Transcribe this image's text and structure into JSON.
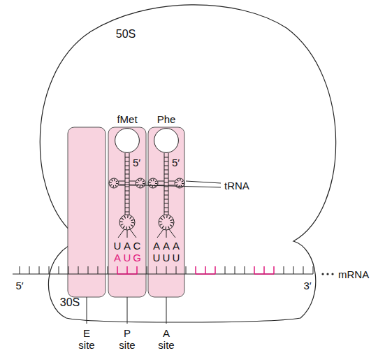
{
  "diagram": {
    "nodes": [
      {
        "text": [
          "50S"
        ]
      },
      {
        "text": [
          "fMet"
        ],
        "in": 0
      },
      {
        "text": [
          "Phe"
        ],
        "in": 0
      },
      {
        "text": [
          "30S"
        ]
      }
    ],
    "labels": [
      "5′",
      "5′",
      "tRNA",
      "U",
      "A",
      "C",
      "A",
      "U",
      "G",
      "A",
      "A",
      "A",
      "U",
      "U",
      "U",
      "5′",
      "3′",
      "mRNA",
      "E site",
      "P site",
      "A site"
    ]
  }
}
